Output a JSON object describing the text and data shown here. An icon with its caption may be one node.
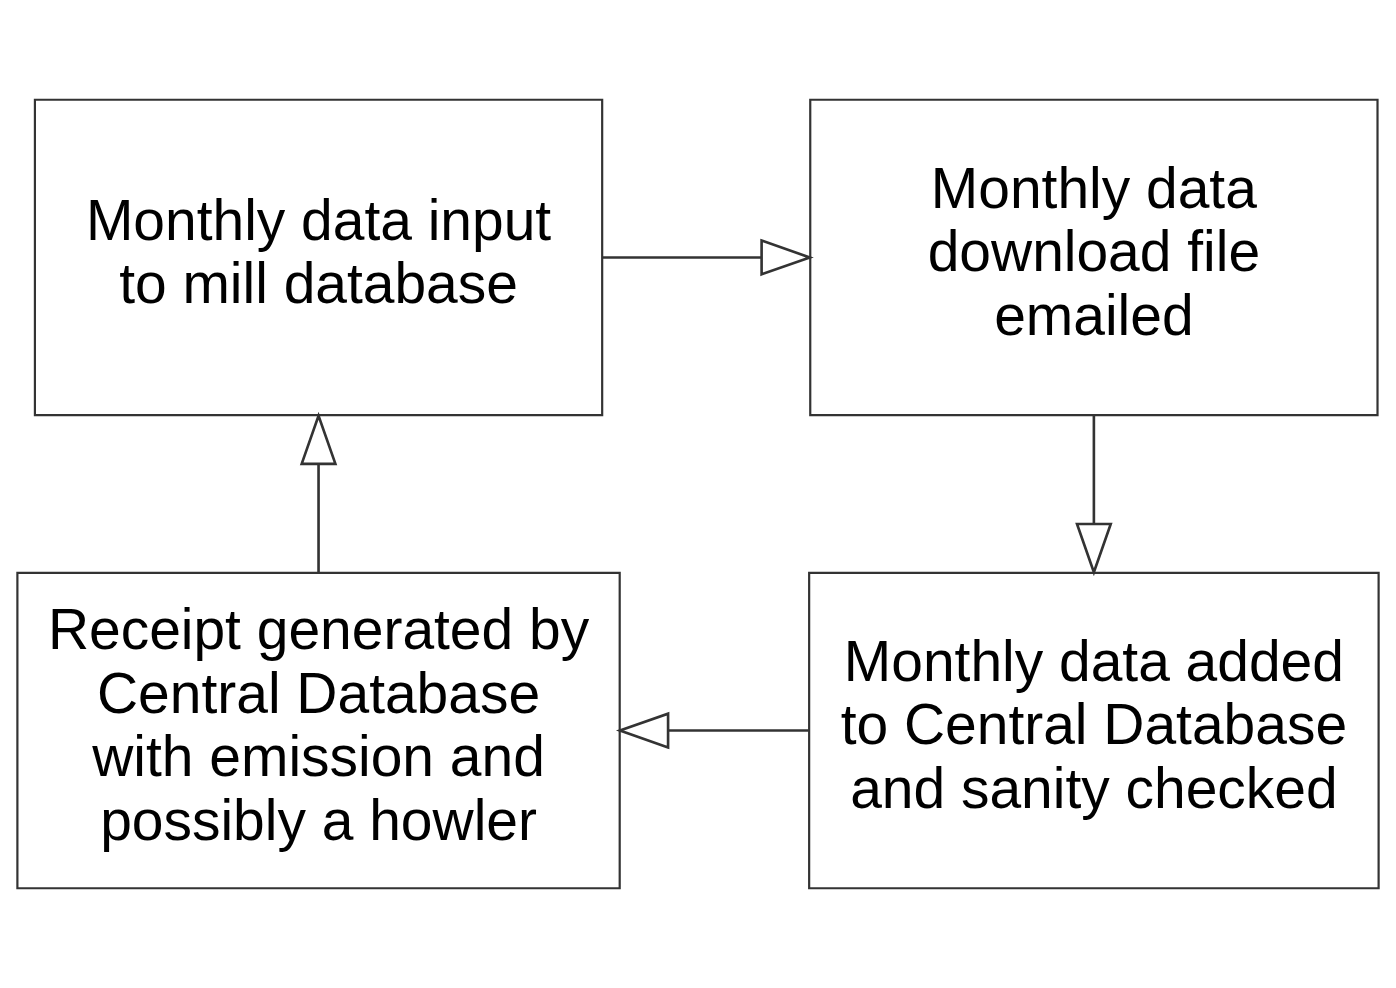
{
  "diagram": {
    "nodes": [
      {
        "text": [
          "Monthly data input to mill database"
        ]
      },
      {
        "text": [
          "Monthly data download file emailed"
        ]
      },
      {
        "text": [
          "Monthly data added to Central Database and sanity checked"
        ]
      },
      {
        "text": [
          "Receipt generated by Central Database with emission and possibly a howler"
        ]
      }
    ],
    "edges": [
      {
        "from": 0,
        "to": 1,
        "arrow": "to"
      },
      {
        "from": 1,
        "to": 2,
        "arrow": "to"
      },
      {
        "from": 2,
        "to": 3,
        "arrow": "to"
      },
      {
        "from": 3,
        "to": 0,
        "arrow": "to"
      }
    ]
  }
}
